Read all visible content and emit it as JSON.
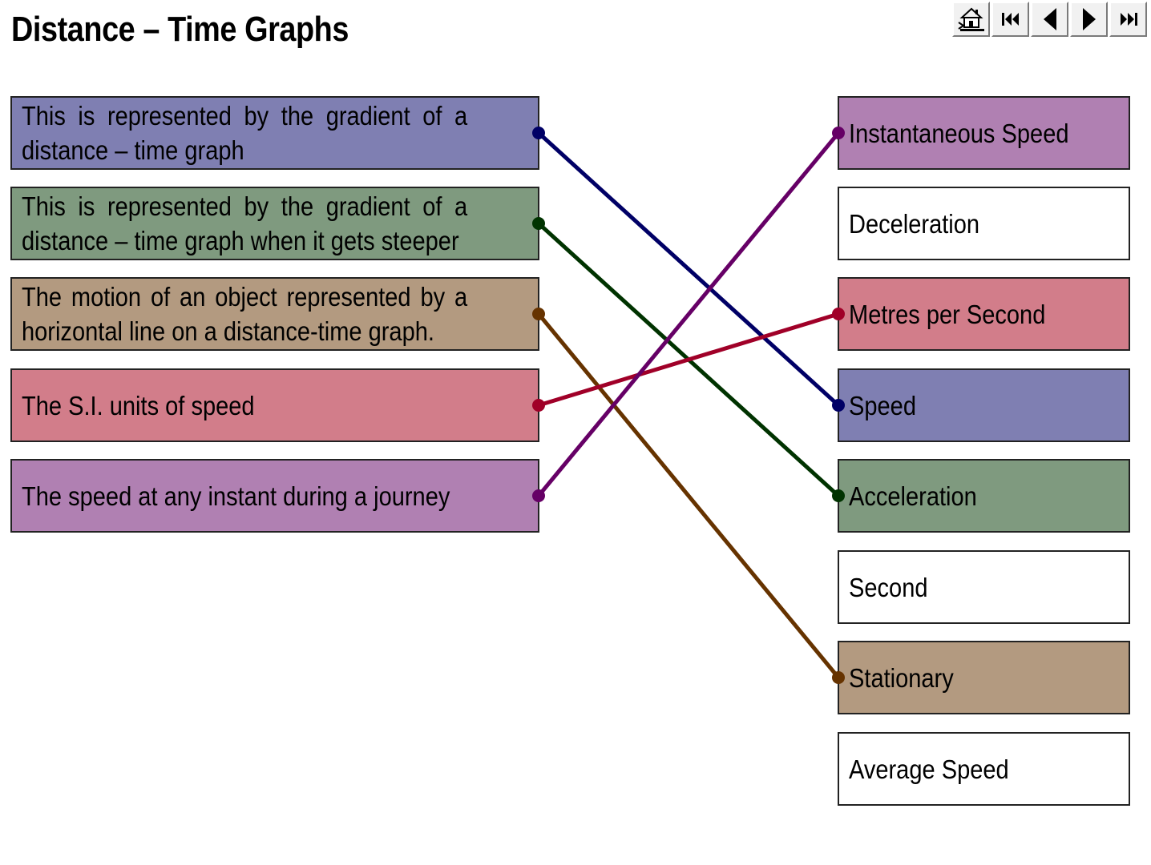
{
  "title": "Distance – Time Graphs",
  "nav": {
    "buttons": [
      {
        "name": "home-button",
        "icon": "home-icon"
      },
      {
        "name": "first-slide-button",
        "icon": "skip-back-icon"
      },
      {
        "name": "previous-slide-button",
        "icon": "triangle-left-icon"
      },
      {
        "name": "next-slide-button",
        "icon": "triangle-right-icon"
      },
      {
        "name": "last-slide-button",
        "icon": "skip-forward-icon"
      }
    ]
  },
  "left_items": [
    {
      "text": "This is represented by the gradient of a distance – time graph",
      "color": "#7f7fb2"
    },
    {
      "text": "This is represented by the gradient of a distance – time graph when it gets steeper",
      "color": "#7f9a7f"
    },
    {
      "text": "The motion of an object represented by a horizontal line on a distance-time graph.",
      "color": "#b39a80"
    },
    {
      "text": "The S.I. units of speed",
      "color": "#d27d8a"
    },
    {
      "text": "The speed at any instant during a journey",
      "color": "#b080b2"
    }
  ],
  "right_items": [
    {
      "text": "Instantaneous Speed",
      "color": "#b080b2"
    },
    {
      "text": "Deceleration",
      "color": "#ffffff"
    },
    {
      "text": "Metres per Second",
      "color": "#d27d8a"
    },
    {
      "text": "Speed",
      "color": "#7f7fb2"
    },
    {
      "text": "Acceleration",
      "color": "#7f9a7f"
    },
    {
      "text": "Second",
      "color": "#ffffff"
    },
    {
      "text": "Stationary",
      "color": "#b39a80"
    },
    {
      "text": "Average Speed",
      "color": "#ffffff"
    }
  ],
  "connections": [
    {
      "from": 0,
      "to": 3,
      "color": "#000066"
    },
    {
      "from": 1,
      "to": 4,
      "color": "#003300"
    },
    {
      "from": 2,
      "to": 6,
      "color": "#663300"
    },
    {
      "from": 3,
      "to": 2,
      "color": "#a00028"
    },
    {
      "from": 4,
      "to": 0,
      "color": "#660066"
    }
  ]
}
